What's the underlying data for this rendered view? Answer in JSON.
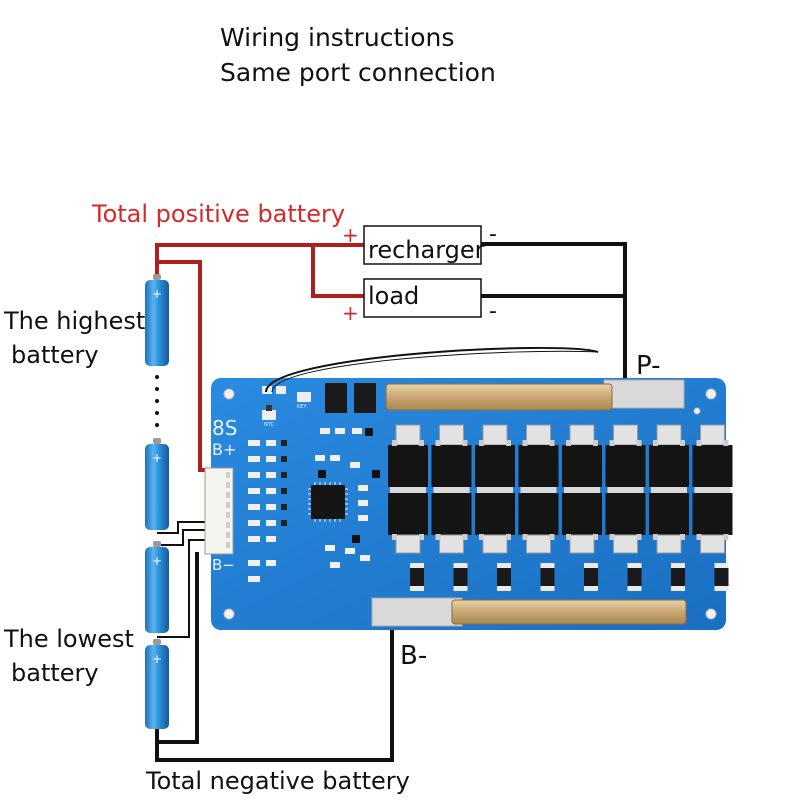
{
  "header": {
    "line1": "Wiring instructions",
    "line2": "Same port connection"
  },
  "labels": {
    "total_positive": "Total positive battery",
    "total_negative": "Total negative battery",
    "highest_line1": "The highest",
    "highest_line2": "battery",
    "lowest_line1": "The lowest",
    "lowest_line2": "battery",
    "recharger": "recharger",
    "load": "load",
    "plus": "+",
    "minus": "-",
    "p_minus": "P-",
    "b_minus": "B-"
  },
  "board": {
    "series_label": "8S",
    "b_plus_label": "B+",
    "b_minus_label": "B−",
    "ntc_label": "NTC",
    "key_label": "KEY"
  },
  "colors": {
    "positive_wire": "#b01f1f",
    "negative_wire": "#111111",
    "positive_label": "#d42a2a",
    "pcb": "#1f7fd6",
    "battery": "#2a8fd8"
  }
}
